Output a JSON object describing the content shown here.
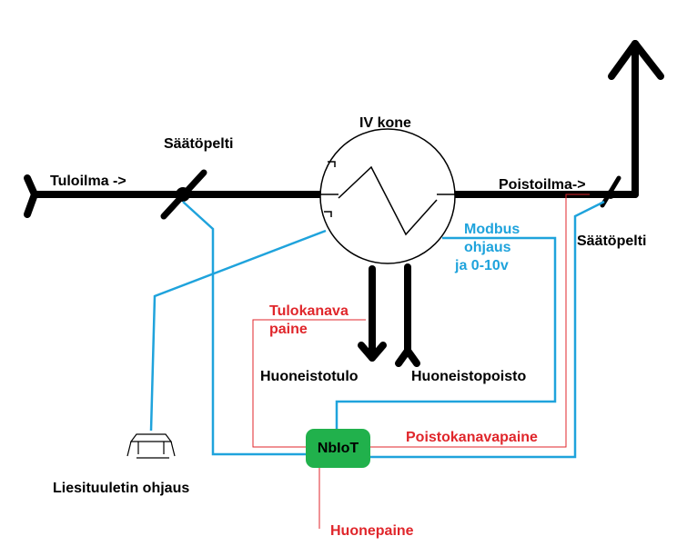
{
  "labels": {
    "iv_kone": "IV kone",
    "saatopelti_left": "Säätöpelti",
    "saatopelti_right": "Säätöpelti",
    "tuloilma": "Tuloilma ->",
    "poistoilma": "Poistoilma->",
    "modbus_line1": "Modbus",
    "modbus_line2": "ohjaus",
    "modbus_line3": "ja 0-10v",
    "tulokanava_line1": "Tulokanava",
    "tulokanava_line2": "paine",
    "huoneistotulo": "Huoneistotulo",
    "huoneistopoisto": "Huoneistopoisto",
    "poistokanavapaine": "Poistokanavapaine",
    "nbiot": "NbIoT",
    "liesituuletin": "Liesituuletin ohjaus",
    "huonepaine": "Huonepaine"
  },
  "colors": {
    "duct": "#000000",
    "control_wire": "#1fa3dc",
    "pressure_wire": "#e0262b",
    "nbiot_box": "#21b14c"
  }
}
